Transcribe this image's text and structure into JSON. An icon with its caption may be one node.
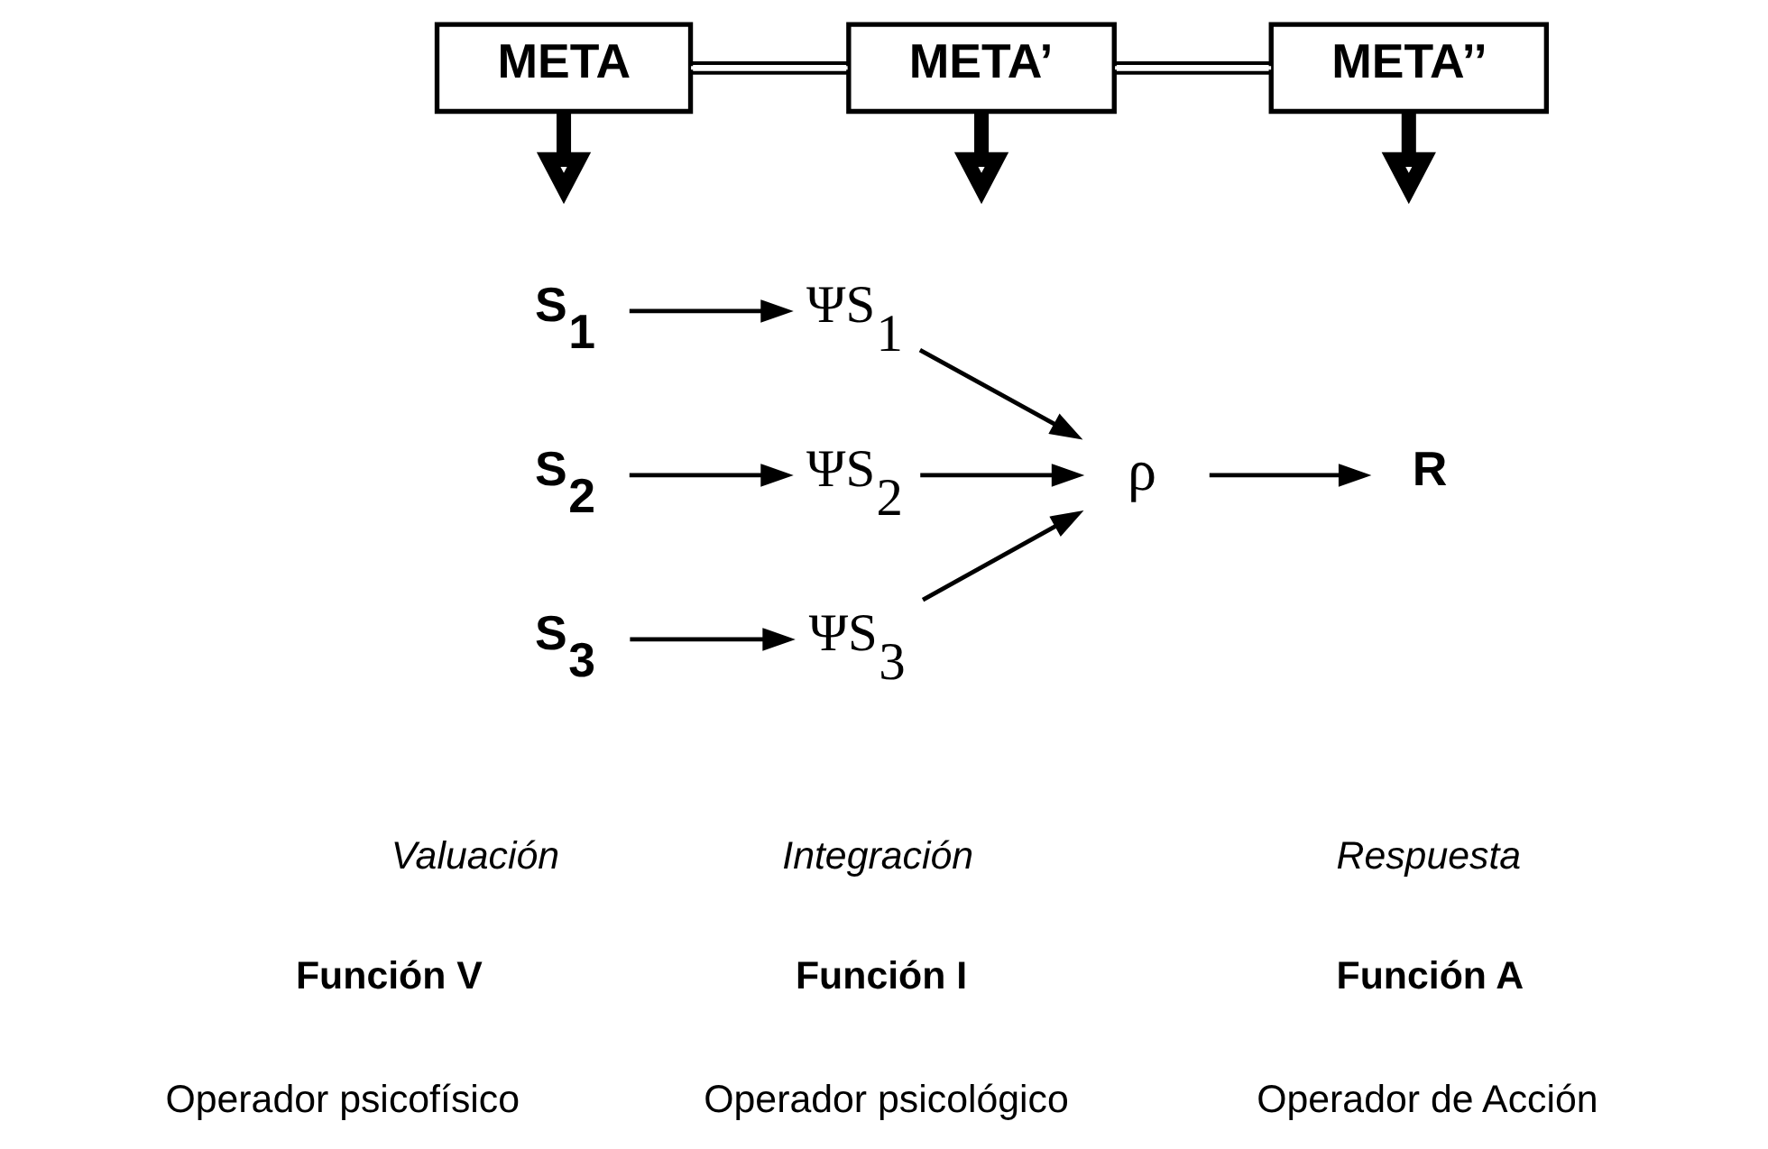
{
  "diagram": {
    "nodes": [
      {
        "text": [
          "META"
        ]
      },
      {
        "text": [
          "META’"
        ]
      },
      {
        "text": [
          "META’’"
        ]
      },
      {
        "text": [
          "S$_{1}$"
        ]
      },
      {
        "text": [
          "S$_{2}$"
        ]
      },
      {
        "text": [
          "S$_{3}$"
        ]
      },
      {
        "text": [
          "ΨS$_{1}$"
        ]
      },
      {
        "text": [
          "ΨS$_{2}$"
        ]
      },
      {
        "text": [
          "ΨS$_{3}$"
        ]
      },
      {
        "text": [
          "ρ"
        ]
      },
      {
        "text": [
          "R"
        ]
      }
    ],
    "edges": [
      {
        "from": 0,
        "to": 1,
        "arrow": "none"
      },
      {
        "from": 1,
        "to": 2,
        "arrow": "none"
      },
      {
        "from": 0,
        "to": null,
        "arrow": "to",
        "style": "thick"
      },
      {
        "from": 1,
        "to": null,
        "arrow": "to",
        "style": "thick"
      },
      {
        "from": 2,
        "to": null,
        "arrow": "to",
        "style": "thick"
      },
      {
        "from": 3,
        "to": 6,
        "arrow": "to"
      },
      {
        "from": 4,
        "to": 7,
        "arrow": "to"
      },
      {
        "from": 5,
        "to": 8,
        "arrow": "to"
      },
      {
        "from": 6,
        "to": 9,
        "arrow": "to"
      },
      {
        "from": 7,
        "to": 9,
        "arrow": "to"
      },
      {
        "from": 8,
        "to": 9,
        "arrow": "to"
      },
      {
        "from": 9,
        "to": 10,
        "arrow": "to"
      }
    ],
    "labels": [
      "Valuación",
      "Integración",
      "Respuesta",
      "Función V",
      "Función I",
      "Función A",
      "Operador psicofísico",
      "Operador psicológico",
      "Operador de Acción"
    ]
  }
}
